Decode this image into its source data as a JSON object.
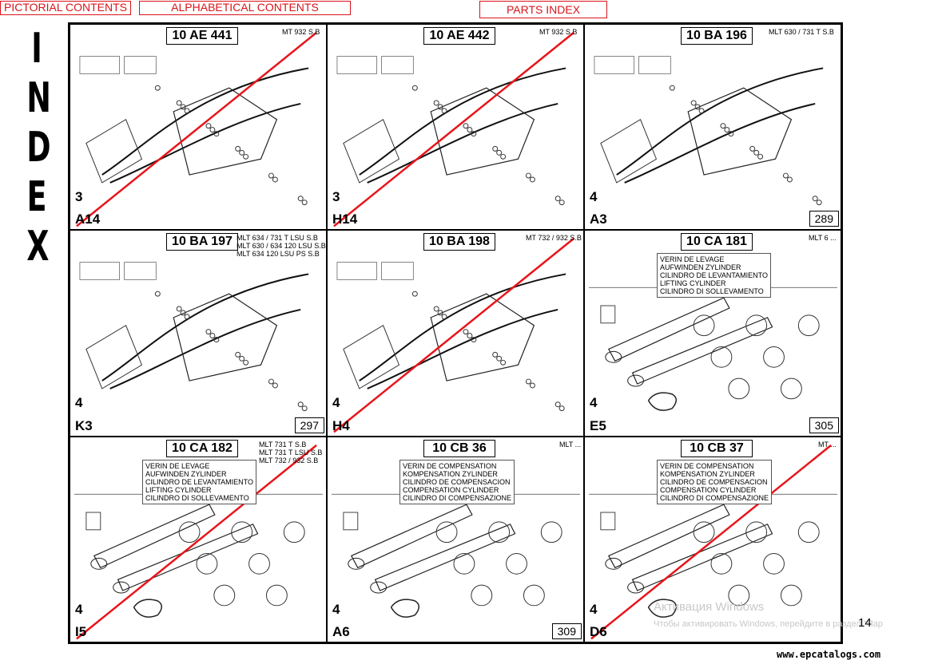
{
  "nav": {
    "pictorial": "PICTORIAL CONTENTS",
    "alphabetical": "ALPHABETICAL CONTENTS",
    "parts_index": "PARTS INDEX"
  },
  "side_title": [
    "I",
    "N",
    "D",
    "E",
    "X"
  ],
  "cells": [
    {
      "code": "10 AE 441",
      "model": "MT 932 S.B",
      "qty": "3",
      "ref": "A14",
      "page": "",
      "caption": "",
      "crossed": true
    },
    {
      "code": "10 AE 442",
      "model": "MT 932 S.B",
      "qty": "3",
      "ref": "H14",
      "page": "",
      "caption": "",
      "crossed": true
    },
    {
      "code": "10 BA 196",
      "model": "MLT 630 / 731 T S.B",
      "qty": "4",
      "ref": "A3",
      "page": "289",
      "caption": "",
      "crossed": false
    },
    {
      "code": "10 BA 197",
      "model": "MLT 634 / 731 T LSU S.B\nMLT 630 / 634 120 LSU S.B\nMLT 634 120 LSU PS S.B",
      "qty": "4",
      "ref": "K3",
      "page": "297",
      "caption": "",
      "crossed": false
    },
    {
      "code": "10 BA 198",
      "model": "MT 732 / 932 S.B",
      "qty": "4",
      "ref": "H4",
      "page": "",
      "caption": "",
      "crossed": true
    },
    {
      "code": "10 CA 181",
      "model": "MLT 6 ...",
      "qty": "4",
      "ref": "E5",
      "page": "305",
      "caption": "VERIN DE LEVAGE\nAUFWINDEN ZYLINDER\nCILINDRO DE LEVANTAMIENTO\nLIFTING CYLINDER\nCILINDRO DI SOLLEVAMENTO",
      "crossed": false
    },
    {
      "code": "10 CA 182",
      "model": "MLT 731 T S.B\nMLT 731 T LSU S.B\nMLT 732 / 932 S.B",
      "qty": "4",
      "ref": "I5",
      "page": "",
      "caption": "VERIN DE LEVAGE\nAUFWINDEN ZYLINDER\nCILINDRO DE LEVANTAMIENTO\nLIFTING CYLINDER\nCILINDRO DI SOLLEVAMENTO",
      "crossed": true
    },
    {
      "code": "10 CB 36",
      "model": "MLT ...",
      "qty": "4",
      "ref": "A6",
      "page": "309",
      "caption": "VERIN DE COMPENSATION\nKOMPENSATION ZYLINDER\nCILINDRO DE COMPENSACION\nCOMPENSATION CYLINDER\nCILINDRO DI COMPENSAZIONE",
      "crossed": false
    },
    {
      "code": "10 CB 37",
      "model": "MT ...",
      "qty": "4",
      "ref": "D6",
      "page": "",
      "caption": "VERIN DE COMPENSATION\nKOMPENSATION ZYLINDER\nCILINDRO DE COMPENSACION\nCOMPENSATION CYLINDER\nCILINDRO DI COMPENSAZIONE",
      "crossed": true
    }
  ],
  "page_number": "14",
  "watermark": {
    "line1": "Активация Windows",
    "line2": "Чтобы активировать Windows, перейдите в раздел \"Пар"
  },
  "site": "www.epcatalogs.com",
  "colors": {
    "accent": "#d9141a",
    "cross_line": "#e8141a"
  }
}
